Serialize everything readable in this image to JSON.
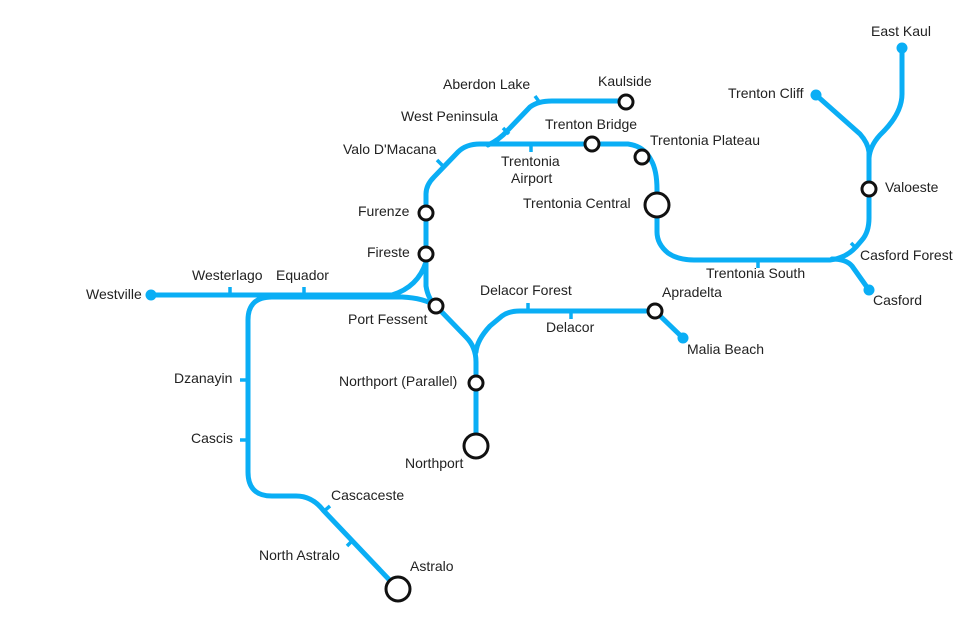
{
  "map": {
    "line_color": "#0aaef5",
    "stations": {
      "westville": "Westville",
      "westerlago": "Westerlago",
      "equador": "Equador",
      "dzanayin": "Dzanayin",
      "cascis": "Cascis",
      "cascaceste": "Cascaceste",
      "north_astralo": "North Astralo",
      "astralo": "Astralo",
      "port_fessent": "Port Fessent",
      "fireste": "Fireste",
      "furenze": "Furenze",
      "valo_dmacana": "Valo D'Macana",
      "west_peninsula": "West Peninsula",
      "aberdon_lake": "Aberdon Lake",
      "kaulside": "Kaulside",
      "trentonia_airport_1": "Trentonia",
      "trentonia_airport_2": "Airport",
      "trenton_bridge": "Trenton Bridge",
      "trentonia_plateau": "Trentonia Plateau",
      "trentonia_central": "Trentonia Central",
      "trentonia_south": "Trentonia South",
      "casford_forest": "Casford Forest",
      "casford": "Casford",
      "valoeste": "Valoeste",
      "trenton_cliff": "Trenton Cliff",
      "east_kaul": "East Kaul",
      "delacor_forest": "Delacor Forest",
      "delacor": "Delacor",
      "apradelta": "Apradelta",
      "malia_beach": "Malia Beach",
      "northport_parallel": "Northport (Parallel)",
      "northport": "Northport"
    }
  }
}
